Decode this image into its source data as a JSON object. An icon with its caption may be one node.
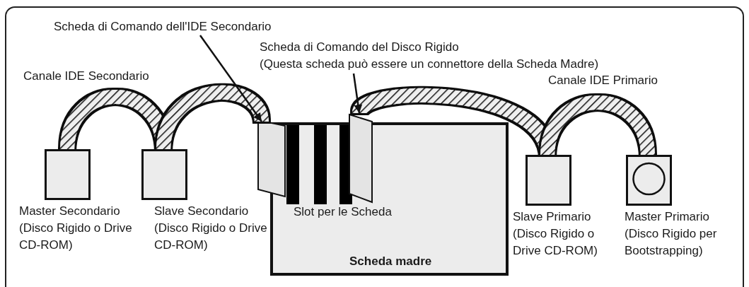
{
  "diagram": {
    "nodes": [
      {
        "text": [
          "Master Secondario (Disco Rigido o Drive CD-ROM)"
        ]
      },
      {
        "text": [
          "Slave Secondario (Disco Rigido o Drive CD-ROM)"
        ]
      },
      {
        "text": [],
        "shape": "box"
      },
      {
        "text": [
          "Scheda madre"
        ]
      },
      {
        "text": [],
        "shape": "box"
      },
      {
        "text": [
          "Slave Primario (Disco Rigido o Drive CD-ROM)"
        ]
      },
      {
        "text": [
          "Master Primario (Disco Rigido per Bootstrapping)"
        ]
      },
      {
        "text": [
          "Scheda di Comando dell'IDE Secondario"
        ]
      },
      {
        "text": [
          "Scheda di Comando del Disco Rigido",
          "(Questa scheda può essere un connettore della Scheda Madre)"
        ]
      }
    ],
    "edges": [
      {
        "from": 0,
        "to": 1,
        "arrow": "none",
        "style": "thick"
      },
      {
        "from": 1,
        "to": 2,
        "arrow": "none",
        "style": "thick"
      },
      {
        "from": 4,
        "to": 5,
        "arrow": "none",
        "style": "thick"
      },
      {
        "from": 5,
        "to": 6,
        "arrow": "none",
        "style": "thick"
      },
      {
        "from": 7,
        "to": 2,
        "arrow": "to"
      },
      {
        "from": 8,
        "to": 4,
        "arrow": "to"
      }
    ],
    "labels": [
      "Canale IDE Secondario",
      "Canale IDE Primario",
      "Slot per le Scheda"
    ]
  }
}
